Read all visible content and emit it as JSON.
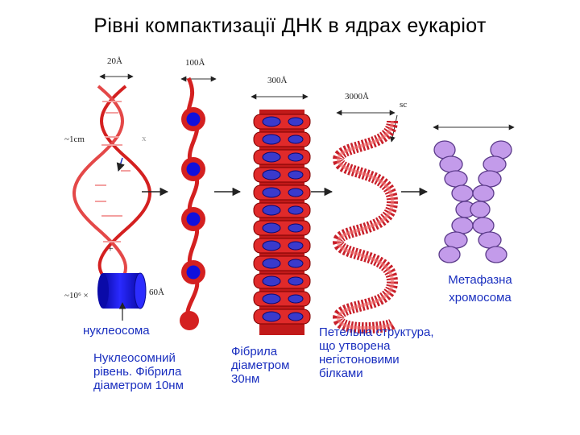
{
  "title": "Рівні компактизації ДНК в ядрах еукаріот",
  "scales": {
    "s20": "20Å",
    "s100": "100Å",
    "s300": "300Å",
    "s3000": "3000Å",
    "sc": "sc",
    "cm": "~1cm",
    "x": "x",
    "plus": "+",
    "s106": "~10⁶ ×",
    "s60": "60Å"
  },
  "labels": {
    "nucleosome": "нуклеосома",
    "nucleosome_level": "Нуклеосомний\nрівень. Фібрила\nдіаметром 10нм",
    "fibril30": "Фібрила\nдіаметром\n30нм",
    "loop": "Петельна структура,\nщо утворена\nнегістоновими\nбілками",
    "metaphase": "Метафазна\nхромосома"
  },
  "colors": {
    "red": "#d42020",
    "blue": "#1010dd",
    "lilac": "#c39bea",
    "label_blue": "#1a2fbf"
  }
}
